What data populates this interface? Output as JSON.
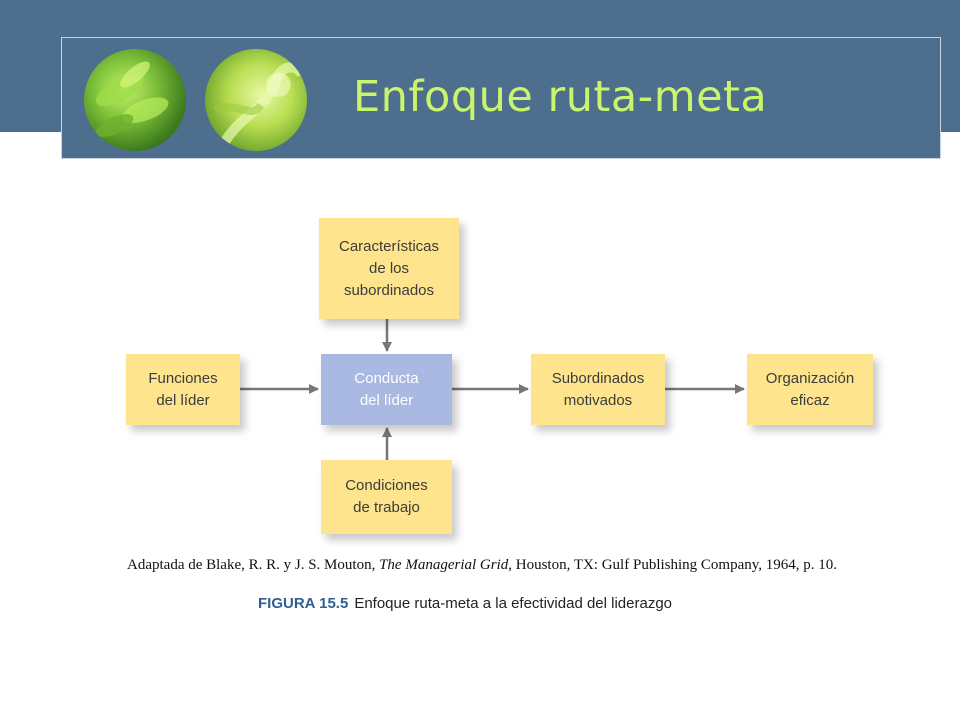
{
  "header": {
    "title": "Enfoque ruta-meta"
  },
  "diagram": {
    "nodes": {
      "caracteristicas": "Características\nde los\nsubordinados",
      "funciones": "Funciones\ndel líder",
      "conducta": "Conducta\ndel líder",
      "subordinados": "Subordinados\nmotivados",
      "organizacion": "Organización\neficaz",
      "condiciones": "Condiciones\nde trabajo"
    },
    "edges": [
      [
        "caracteristicas",
        "conducta"
      ],
      [
        "condiciones",
        "conducta"
      ],
      [
        "funciones",
        "conducta"
      ],
      [
        "conducta",
        "subordinados"
      ],
      [
        "subordinados",
        "organizacion"
      ]
    ]
  },
  "source": {
    "before": "Adaptada de Blake, R. R. y J. S. Mouton, ",
    "book": "The Managerial Grid",
    "after": ", Houston, TX: Gulf Publishing Company, 1964, p. 10."
  },
  "caption": {
    "figure": "FIGURA 15.5",
    "text": "Enfoque ruta-meta a la efectividad del liderazgo"
  },
  "colors": {
    "header_band": "#4e6e8e",
    "title": "#c8f56b",
    "box_yellow": "#fde48d",
    "box_blue": "#a9b9e2",
    "arrow": "#777777",
    "figure_label": "#2f5f94"
  }
}
